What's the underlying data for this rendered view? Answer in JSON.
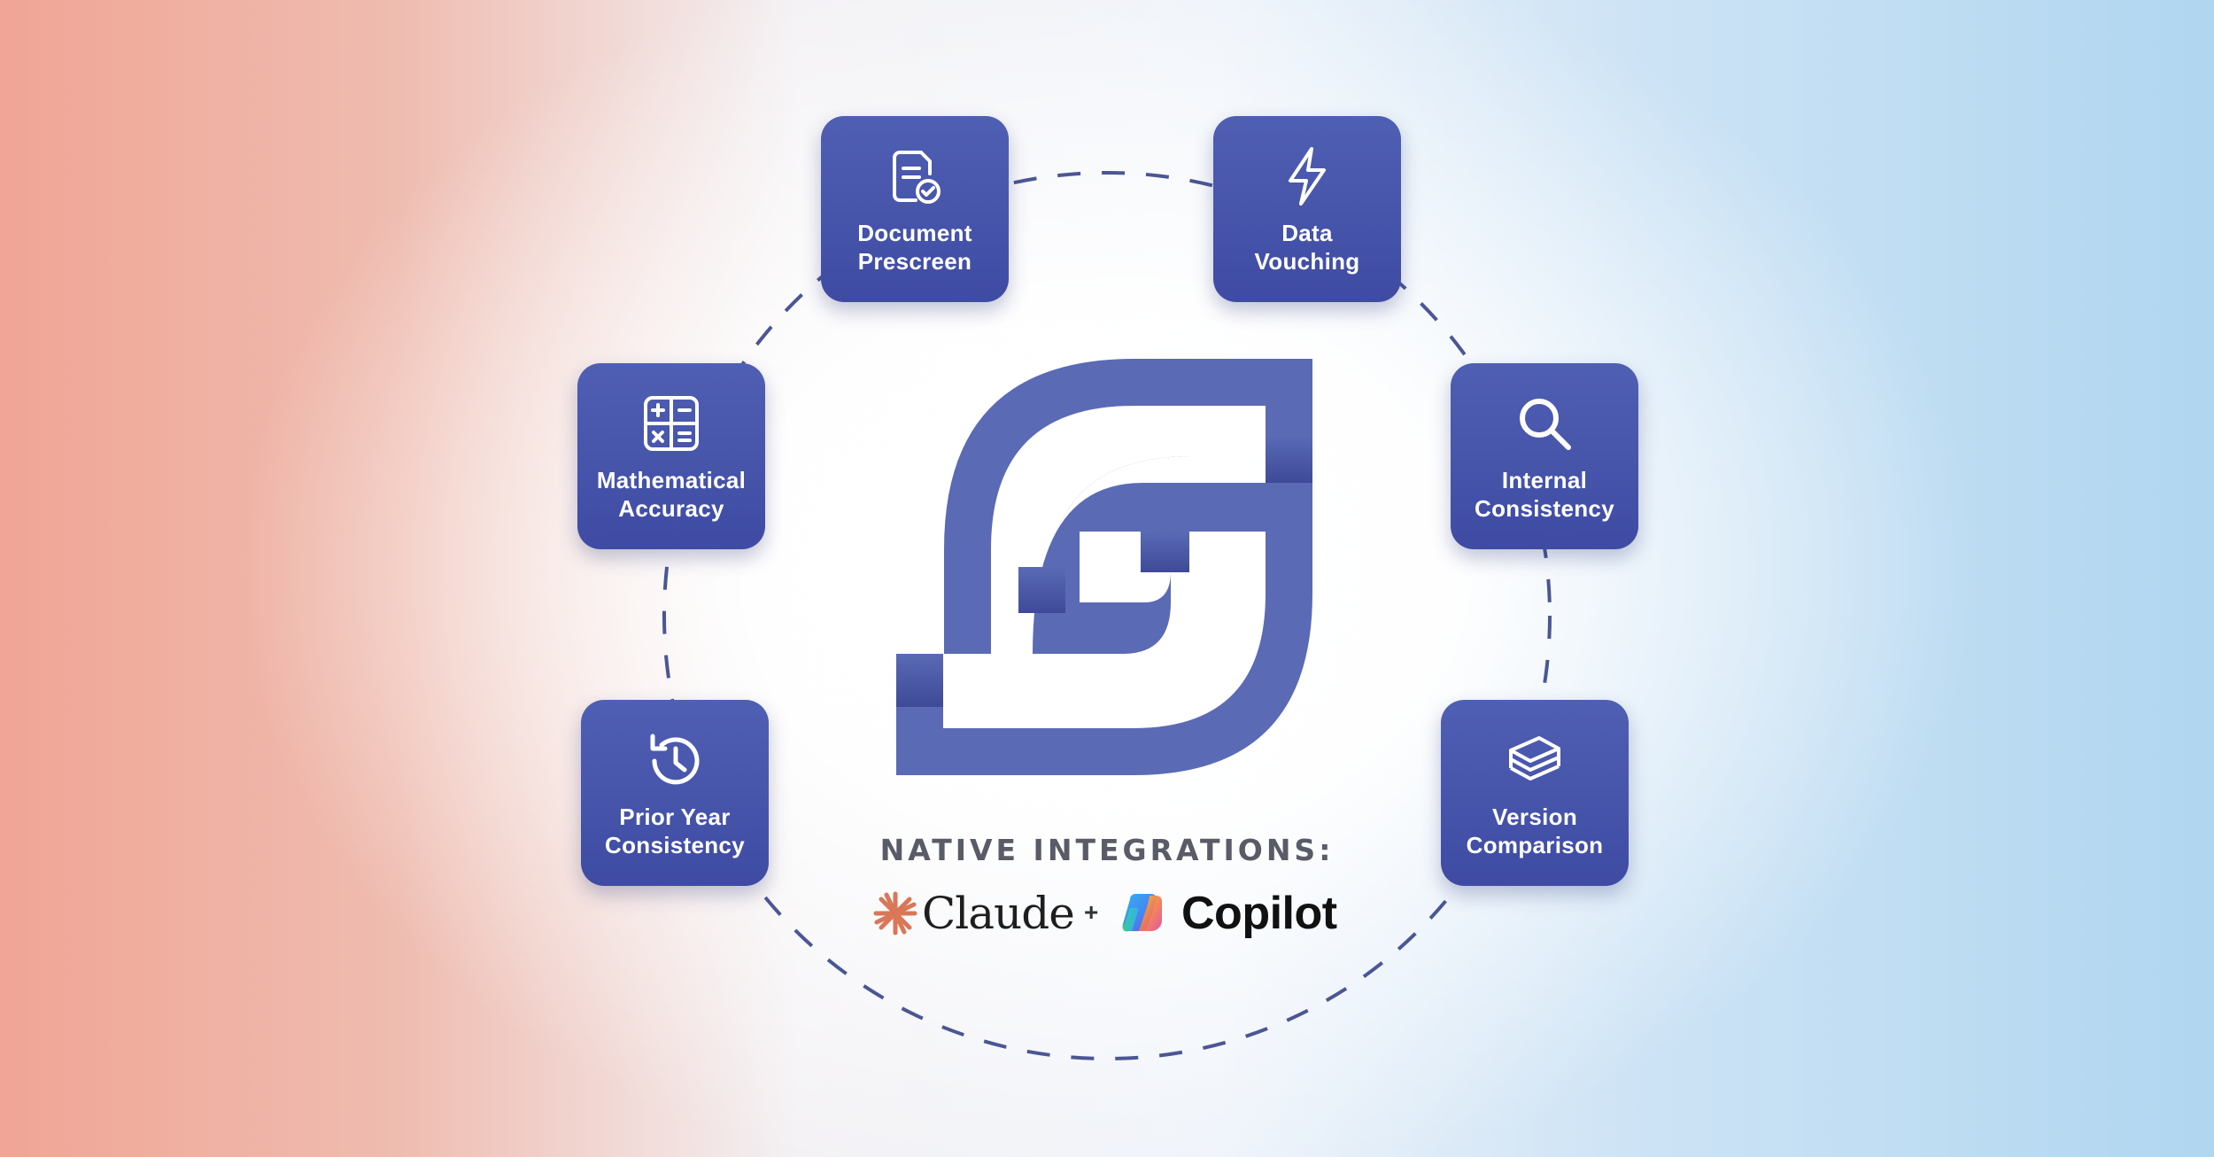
{
  "brand": {
    "logo_color": "#5a6ab5",
    "card_color": "#4a58ad"
  },
  "features": [
    {
      "icon": "document-check-icon",
      "line1": "Document",
      "line2": "Prescreen"
    },
    {
      "icon": "lightning-icon",
      "line1": "Data",
      "line2": "Vouching"
    },
    {
      "icon": "calculator-icon",
      "line1": "Mathematical",
      "line2": "Accuracy"
    },
    {
      "icon": "search-icon",
      "line1": "Internal",
      "line2": "Consistency"
    },
    {
      "icon": "history-clock-icon",
      "line1": "Prior Year",
      "line2": "Consistency"
    },
    {
      "icon": "stacked-pages-icon",
      "line1": "Version",
      "line2": "Comparison"
    }
  ],
  "integrations": {
    "title": "NATIVE INTEGRATIONS:",
    "claude": "Claude",
    "plus": "+",
    "copilot": "Copilot",
    "claude_color": "#d97757"
  }
}
